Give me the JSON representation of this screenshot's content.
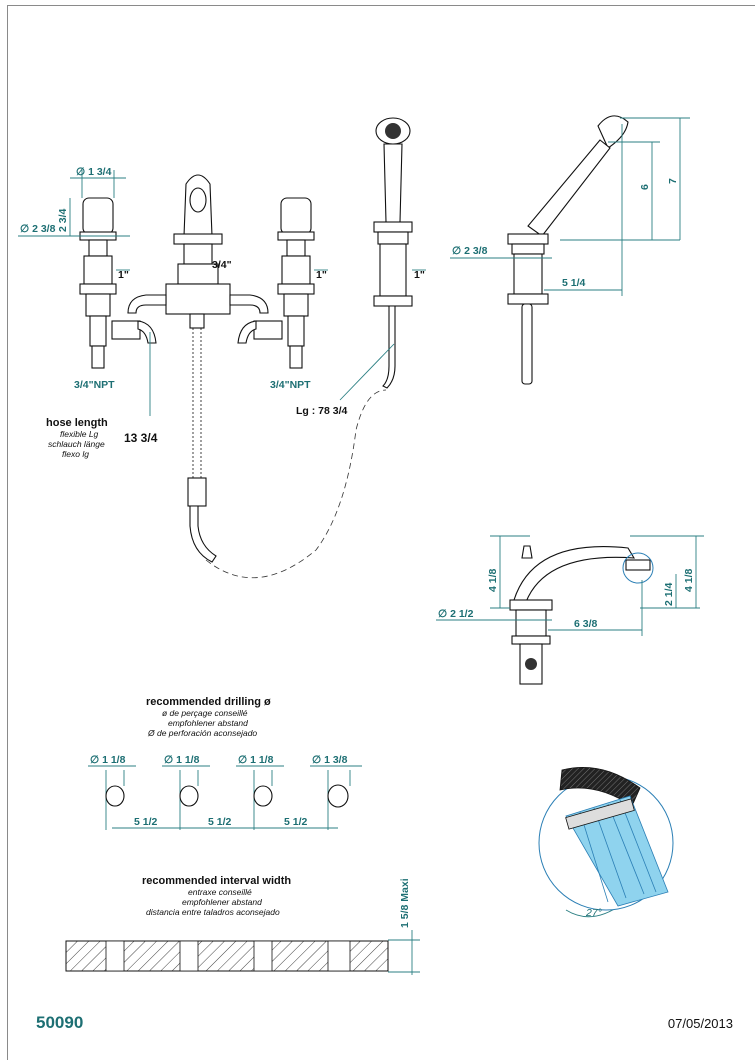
{
  "drawing": {
    "dims": {
      "d_1_3_4": "∅ 1 3/4",
      "h_2_3_4": "2 3/4",
      "d_2_3_8_left": "∅ 2 3/8",
      "one_inch_a": "1\"",
      "three_quarter": "3/4\"",
      "one_inch_b": "1\"",
      "npt_left": "3/4\"NPT",
      "npt_right": "3/4\"NPT",
      "one_inch_c": "1\"",
      "d_2_3_8_right": "∅ 2 3/8",
      "w_5_1_4": "5 1/4",
      "h_6": "6",
      "h_7": "7",
      "lg": "Lg : 78 3/4",
      "len_13_3_4": "13 3/4",
      "spout_h_4_1_8_left": "4 1/8",
      "spout_h_4_1_8_right": "4 1/8",
      "spout_h_2_1_4": "2 1/4",
      "spout_d_2_1_2": "∅ 2 1/2",
      "spout_w_6_3_8": "6 3/8",
      "drill_1": "∅ 1 1/8",
      "drill_2": "∅ 1 1/8",
      "drill_3": "∅ 1 1/8",
      "drill_4": "∅ 1 3/8",
      "space_1": "5 1/2",
      "space_2": "5 1/2",
      "space_3": "5 1/2",
      "maxi": "1 5/8  Maxi",
      "angle": "27°"
    },
    "hose": {
      "title": "hose length",
      "fr": "flexible Lg",
      "de": "schlauch länge",
      "es": "flexo lg"
    },
    "drilling": {
      "title": "recommended drilling ø",
      "fr": "ø de perçage conseillé",
      "de": "empfohlener abstand",
      "es": "Ø de perforación aconsejado"
    },
    "interval": {
      "title": "recommended interval width",
      "fr": "entraxe conseillé",
      "de": "empfohlener abstand",
      "es": "distancia entre taladros aconsejado"
    }
  },
  "footer": {
    "code": "50090",
    "date": "07/05/2013"
  },
  "colors": {
    "dimension": "#1d6f73",
    "spray": "#8fd3ee"
  }
}
